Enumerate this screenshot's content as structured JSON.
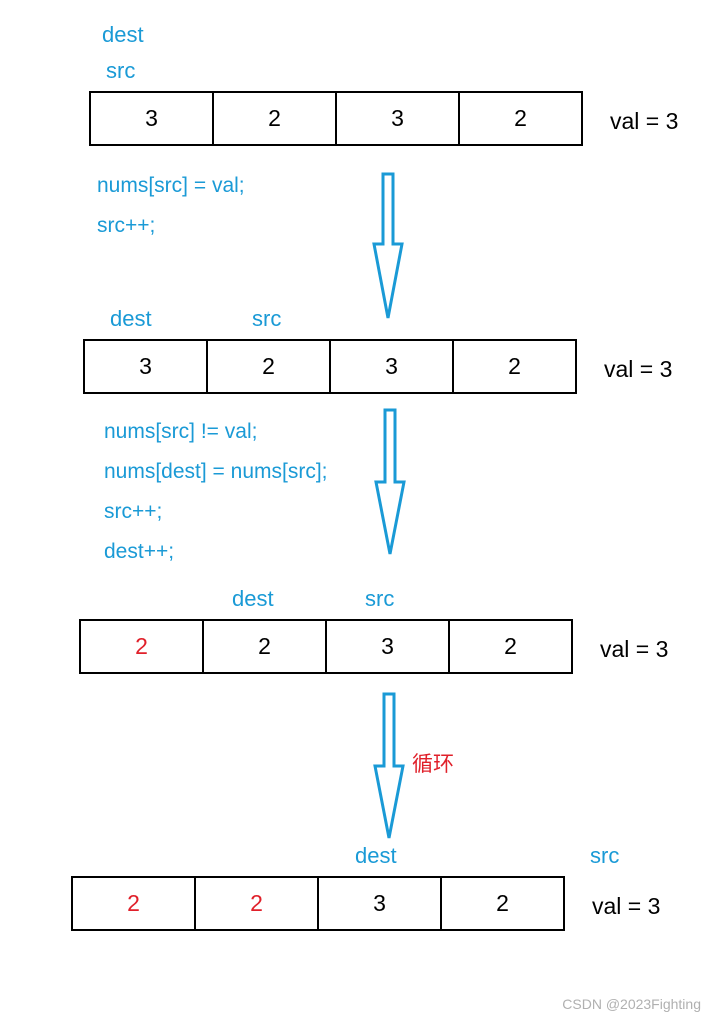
{
  "steps": [
    {
      "dest_label": "dest",
      "src_label": "src",
      "cells": [
        {
          "v": "3",
          "c": "#000000"
        },
        {
          "v": "2",
          "c": "#000000"
        },
        {
          "v": "3",
          "c": "#000000"
        },
        {
          "v": "2",
          "c": "#000000"
        }
      ],
      "val_text": "val = 3"
    },
    {
      "dest_label": "dest",
      "src_label": "src",
      "cells": [
        {
          "v": "3",
          "c": "#000000"
        },
        {
          "v": "2",
          "c": "#000000"
        },
        {
          "v": "3",
          "c": "#000000"
        },
        {
          "v": "2",
          "c": "#000000"
        }
      ],
      "val_text": "val = 3"
    },
    {
      "dest_label": "dest",
      "src_label": "src",
      "cells": [
        {
          "v": "2",
          "c": "#e0202a"
        },
        {
          "v": "2",
          "c": "#000000"
        },
        {
          "v": "3",
          "c": "#000000"
        },
        {
          "v": "2",
          "c": "#000000"
        }
      ],
      "val_text": "val = 3"
    },
    {
      "dest_label": "dest",
      "src_label": "src",
      "cells": [
        {
          "v": "2",
          "c": "#e0202a"
        },
        {
          "v": "2",
          "c": "#e0202a"
        },
        {
          "v": "3",
          "c": "#000000"
        },
        {
          "v": "2",
          "c": "#000000"
        }
      ],
      "val_text": "val = 3"
    }
  ],
  "transitions": [
    {
      "lines": [
        "nums[src] = val;",
        "src++;"
      ]
    },
    {
      "lines": [
        "nums[src] != val;",
        "nums[dest] = nums[src];",
        "src++;",
        "dest++;"
      ]
    },
    {
      "label": "循环"
    }
  ],
  "colors": {
    "pointer": "#1a9ad6",
    "changed": "#e0202a",
    "arrow": "#1a9ad6"
  },
  "watermark": "CSDN @2023Fighting"
}
